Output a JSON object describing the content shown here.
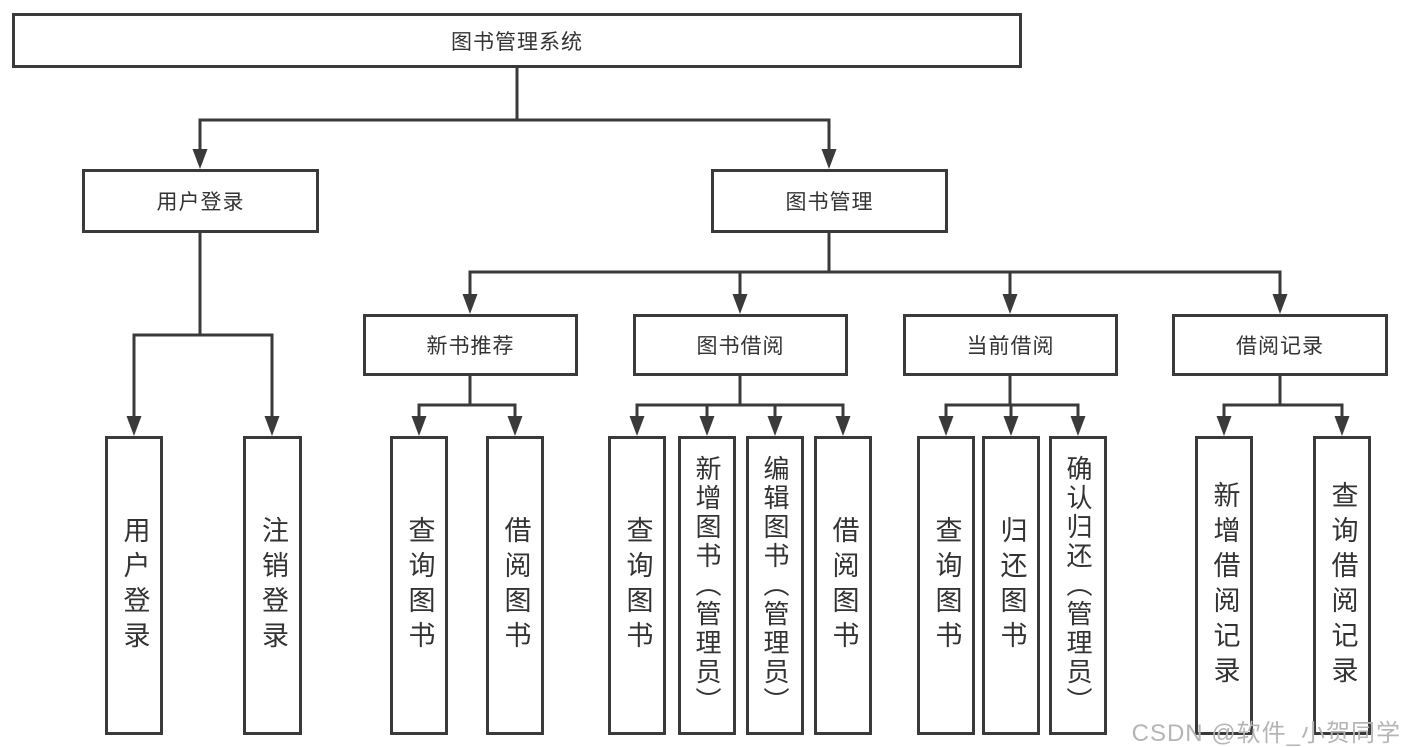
{
  "tree": {
    "root": {
      "label": "图书管理系统",
      "children": [
        {
          "label": "用户登录",
          "children": [
            {
              "label": "用户登录"
            },
            {
              "label": "注销登录"
            }
          ]
        },
        {
          "label": "图书管理",
          "children": [
            {
              "label": "新书推荐",
              "children": [
                {
                  "label": "查询图书"
                },
                {
                  "label": "借阅图书"
                }
              ]
            },
            {
              "label": "图书借阅",
              "children": [
                {
                  "label": "查询图书"
                },
                {
                  "label": "新增图书（管理员）"
                },
                {
                  "label": "编辑图书（管理员）"
                },
                {
                  "label": "借阅图书"
                }
              ]
            },
            {
              "label": "当前借阅",
              "children": [
                {
                  "label": "查询图书"
                },
                {
                  "label": "归还图书"
                },
                {
                  "label": "确认归还（管理员）"
                }
              ]
            },
            {
              "label": "借阅记录",
              "children": [
                {
                  "label": "新增借阅记录"
                },
                {
                  "label": "查询借阅记录"
                }
              ]
            }
          ]
        }
      ]
    }
  },
  "watermark": "CSDN @软件_小贺同学",
  "colors": {
    "line": "#3a3a3a",
    "box_border": "#3a3a3a",
    "text": "#333333",
    "background": "#ffffff",
    "watermark": "#b5b5b5"
  }
}
